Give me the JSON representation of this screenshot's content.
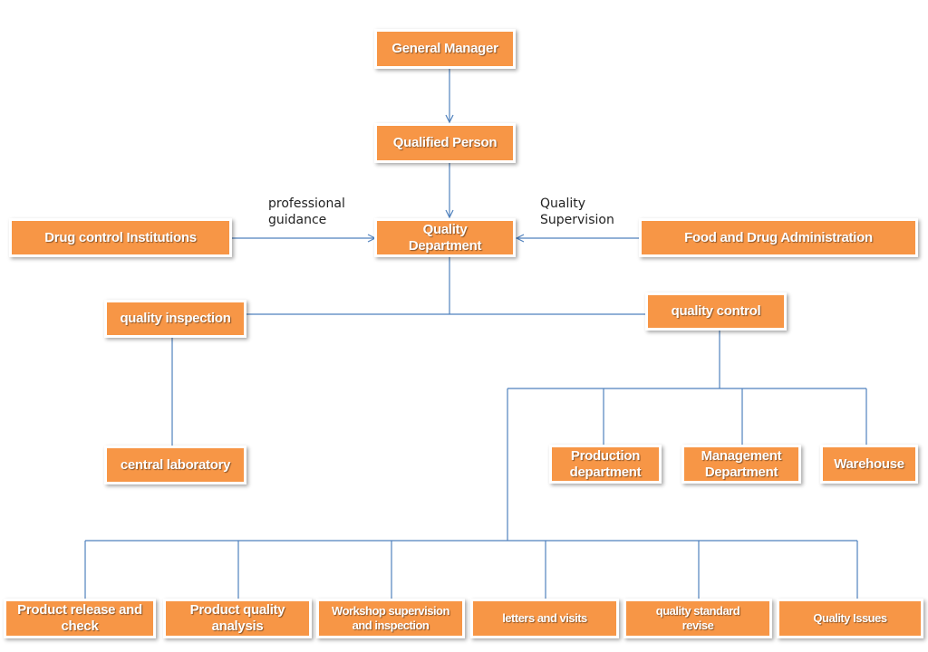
{
  "colors": {
    "node_fill": "#f79646",
    "node_border": "#ffffff",
    "node_text": "#ffffff",
    "connector": "#4f81bd"
  },
  "nodes": {
    "general_manager": "General Manager",
    "qualified_person": "Qualified Person",
    "quality_department": "Quality Department",
    "drug_control_institutions": "Drug control Institutions",
    "food_and_drug_administration": "Food and Drug Administration",
    "quality_inspection": "quality inspection",
    "quality_control": "quality control",
    "central_laboratory": "central laboratory",
    "production_department": "Production department",
    "management_department": "Management Department",
    "warehouse": "Warehouse",
    "product_release_and_check": "Product release and check",
    "product_quality_analysis": "Product quality analysis",
    "workshop_supervision": "Workshop supervision and inspection",
    "letters_and_visits": "letters and visits",
    "quality_standard_revise": "quality standard revise",
    "quality_issues": "Quality Issues"
  },
  "edge_labels": {
    "professional_guidance": "professional\nguidance",
    "quality_supervision": "Quality\nSupervision"
  }
}
